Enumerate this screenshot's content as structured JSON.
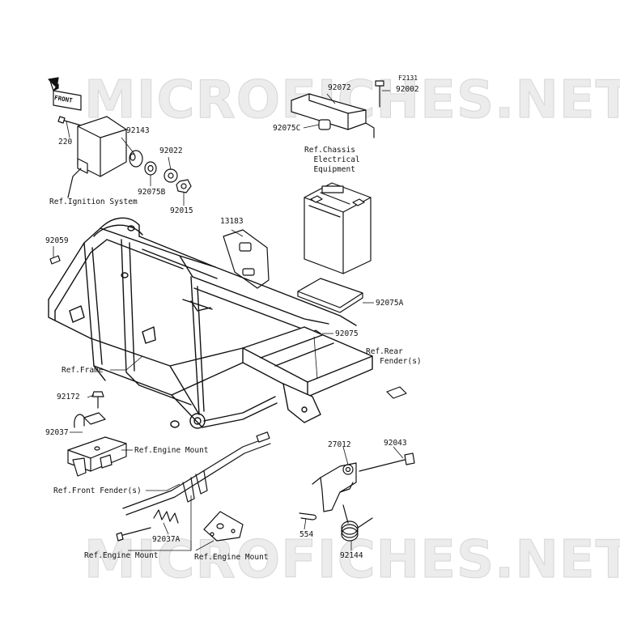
{
  "figure_code": "F2131",
  "watermark": "MICROFICHES.NET",
  "front_arrow_text": "FRONT",
  "labels": {
    "p92072": "92072",
    "p92002": "92002",
    "p92075c": "92075C",
    "p92143": "92143",
    "p220": "220",
    "p92022": "92022",
    "p92075b": "92075B",
    "p92015": "92015",
    "ref_ignition": "Ref.Ignition System",
    "ref_chassis": "Ref.Chassis\n  Electrical\n  Equipment",
    "p13183": "13183",
    "p92059": "92059",
    "p92075a": "92075A",
    "p92075": "92075",
    "ref_rear_fender": "Ref.Rear\n   Fender(s)",
    "ref_frame": "Ref.Frame",
    "p92172": "92172",
    "p92037": "92037",
    "ref_engine_mount_1": "Ref.Engine Mount",
    "p27012": "27012",
    "p92043": "92043",
    "ref_front_fender": "Ref.Front Fender(s)",
    "p554": "554",
    "p92037a": "92037A",
    "ref_engine_mount_2": "Ref.Engine Mount",
    "ref_engine_mount_3": "Ref.Engine Mount",
    "p92144": "92144"
  }
}
